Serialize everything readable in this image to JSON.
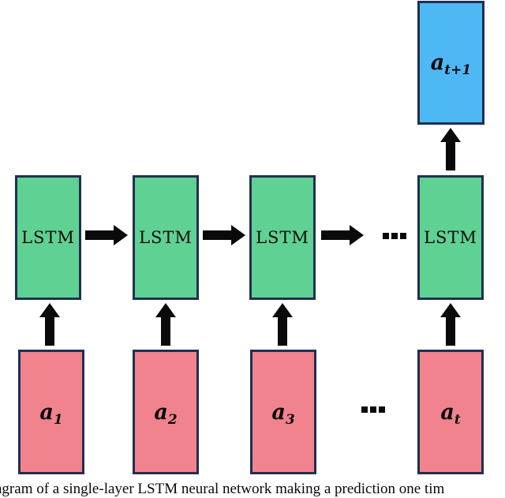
{
  "colors": {
    "background": "#ffffff",
    "green": "#5fd193",
    "pink": "#f0838d",
    "blue": "#4db8f3",
    "border": "#1f3050",
    "black": "#0a0a0a"
  },
  "cells": {
    "label": "LSTM"
  },
  "inputs": [
    {
      "base": "a",
      "sub": "1"
    },
    {
      "base": "a",
      "sub": "2"
    },
    {
      "base": "a",
      "sub": "3"
    },
    {
      "base": "a",
      "sub": "t"
    }
  ],
  "output": {
    "base": "a",
    "sub": "t+1"
  },
  "ellipsis": "…",
  "caption_fragment": "agram of a single-layer LSTM neural network making a prediction one tim"
}
